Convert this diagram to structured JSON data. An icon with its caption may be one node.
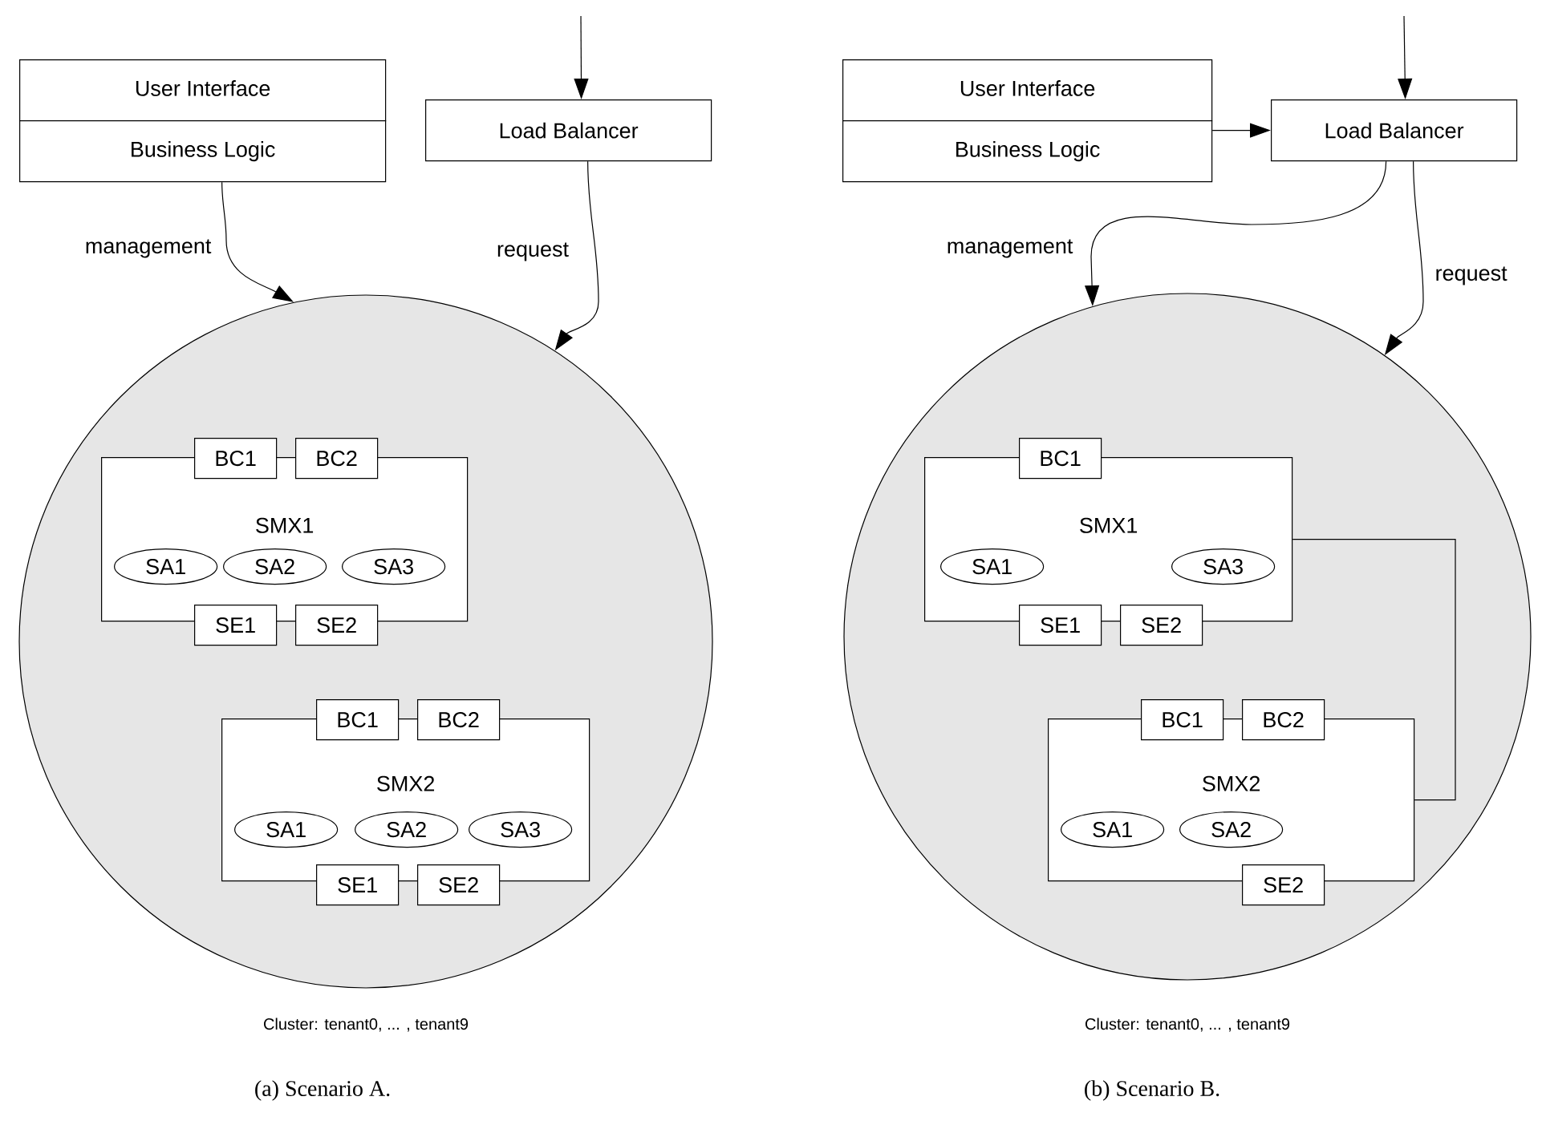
{
  "diagram": {
    "nodes": [
      {
        "text": [
          "User Interface",
          "Business Logic"
        ]
      },
      {
        "text": [
          "Load Balancer"
        ]
      },
      {
        "text": [],
        "shape": "circle"
      },
      {
        "text": [
          "SMX1"
        ],
        "in": 2
      },
      {
        "text": [
          "BC1"
        ],
        "in": 2
      },
      {
        "text": [
          "BC2"
        ],
        "in": 2
      },
      {
        "text": [
          "SA1"
        ],
        "in": 3
      },
      {
        "text": [
          "SA2"
        ],
        "in": 3
      },
      {
        "text": [
          "SA3"
        ],
        "in": 3
      },
      {
        "text": [
          "SE1"
        ],
        "in": 2
      },
      {
        "text": [
          "SE2"
        ],
        "in": 2
      },
      {
        "text": [
          "SMX2"
        ],
        "in": 2
      },
      {
        "text": [
          "BC1"
        ],
        "in": 2
      },
      {
        "text": [
          "BC2"
        ],
        "in": 2
      },
      {
        "text": [
          "SA1"
        ],
        "in": 11
      },
      {
        "text": [
          "SA2"
        ],
        "in": 11
      },
      {
        "text": [
          "SA3"
        ],
        "in": 11
      },
      {
        "text": [
          "SE1"
        ],
        "in": 2
      },
      {
        "text": [
          "SE2"
        ],
        "in": 2
      },
      {
        "text": [
          "User Interface",
          "Business Logic"
        ]
      },
      {
        "text": [
          "Load Balancer"
        ]
      },
      {
        "text": [],
        "shape": "circle"
      },
      {
        "text": [
          "SMX1"
        ],
        "in": 21
      },
      {
        "text": [
          "BC1"
        ],
        "in": 21
      },
      {
        "text": [
          "SA1"
        ],
        "in": 22
      },
      {
        "text": [
          "SA3"
        ],
        "in": 22
      },
      {
        "text": [
          "SE1"
        ],
        "in": 21
      },
      {
        "text": [
          "SE2"
        ],
        "in": 21
      },
      {
        "text": [
          "SMX2"
        ],
        "in": 21
      },
      {
        "text": [
          "BC1"
        ],
        "in": 21
      },
      {
        "text": [
          "BC2"
        ],
        "in": 21
      },
      {
        "text": [
          "SA1"
        ],
        "in": 28
      },
      {
        "text": [
          "SA2"
        ],
        "in": 28
      },
      {
        "text": [
          "SE2"
        ],
        "in": 21
      }
    ],
    "edges": [
      {
        "from": 0,
        "to": 2,
        "arrow": "to",
        "label": "management"
      },
      {
        "from": 1,
        "to": 2,
        "arrow": "to",
        "label": "request"
      },
      {
        "from": null,
        "to": 1,
        "arrow": "to"
      },
      {
        "from": 19,
        "to": 20,
        "arrow": "to"
      },
      {
        "from": 20,
        "to": 21,
        "arrow": "to",
        "label": "management"
      },
      {
        "from": 20,
        "to": 21,
        "arrow": "to",
        "label": "request"
      },
      {
        "from": null,
        "to": 20,
        "arrow": "to"
      },
      {
        "from": 22,
        "to": 28,
        "arrow": "none"
      }
    ],
    "labels": [
      "Cluster: tenant0, ... , tenant9",
      "Cluster: tenant0, ... , tenant9",
      "(a) Scenario A.",
      "(b) Scenario B."
    ]
  }
}
